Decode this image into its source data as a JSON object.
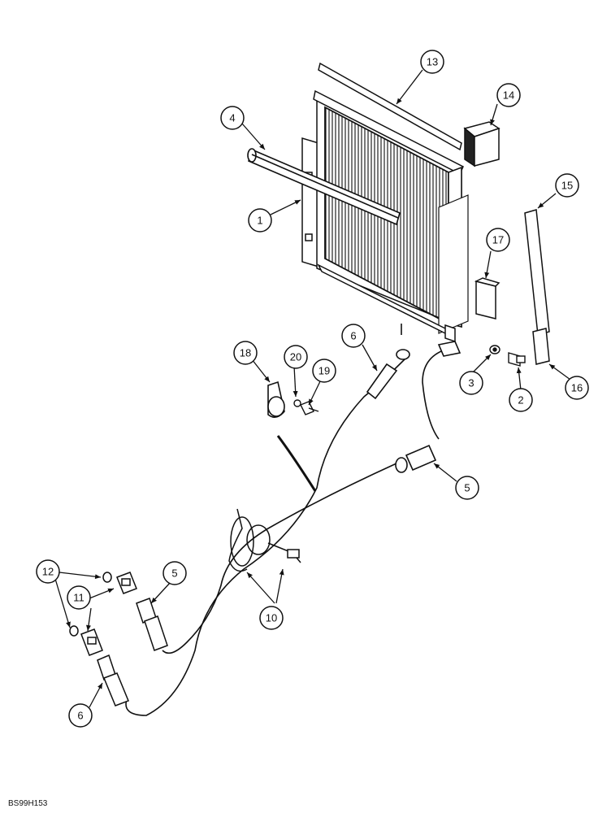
{
  "figure_code": "BS99H153",
  "callouts": [
    "13",
    "14",
    "4",
    "15",
    "1",
    "17",
    "6",
    "18",
    "20",
    "19",
    "3",
    "2",
    "16",
    "5",
    "12",
    "11",
    "5",
    "10",
    "6"
  ]
}
